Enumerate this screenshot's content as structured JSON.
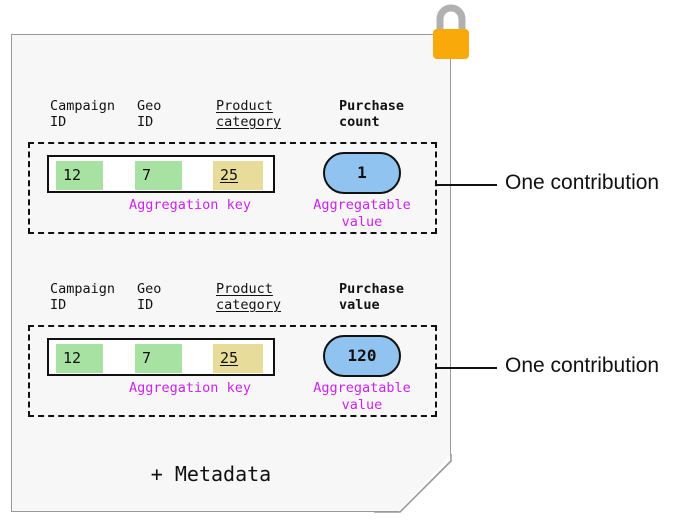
{
  "diagram": {
    "document": {
      "background_color": "#f7f7f7",
      "border_color": "#9a9a9a",
      "footer_label": "+ Metadata",
      "lock_icon_name": "lock-icon",
      "lock_body_color": "#f9a90a",
      "lock_shackle_color": "#b0b0b0"
    },
    "colors": {
      "key_cell_green": "#a8e2a3",
      "key_cell_yellow": "#e7dc9a",
      "value_bubble_blue": "#90c3f0",
      "annotation_purple": "#cc22ee",
      "stroke_black": "#111111"
    },
    "column_headers": {
      "campaign_id": "Campaign\nID",
      "geo_id": "Geo\nID",
      "product_category": "Product\ncategory"
    },
    "labels": {
      "aggregation_key": "Aggregation key",
      "aggregatable_value": "Aggregatable\nvalue",
      "one_contribution": "One contribution"
    },
    "contributions": [
      {
        "metric_header": "Purchase\ncount",
        "key_cells": [
          {
            "label": "12",
            "color": "#a8e2a3",
            "underlined": false
          },
          {
            "label": "7",
            "color": "#a8e2a3",
            "underlined": false
          },
          {
            "label": "25",
            "color": "#e7dc9a",
            "underlined": true
          }
        ],
        "aggregation_key_label": "Aggregation key",
        "value": "1",
        "aggregatable_value_label": "Aggregatable\nvalue",
        "callout": "One contribution"
      },
      {
        "metric_header": "Purchase\nvalue",
        "key_cells": [
          {
            "label": "12",
            "color": "#a8e2a3",
            "underlined": false
          },
          {
            "label": "7",
            "color": "#a8e2a3",
            "underlined": false
          },
          {
            "label": "25",
            "color": "#e7dc9a",
            "underlined": true
          }
        ],
        "aggregation_key_label": "Aggregation key",
        "value": "120",
        "aggregatable_value_label": "Aggregatable\nvalue",
        "callout": "One contribution"
      }
    ]
  }
}
